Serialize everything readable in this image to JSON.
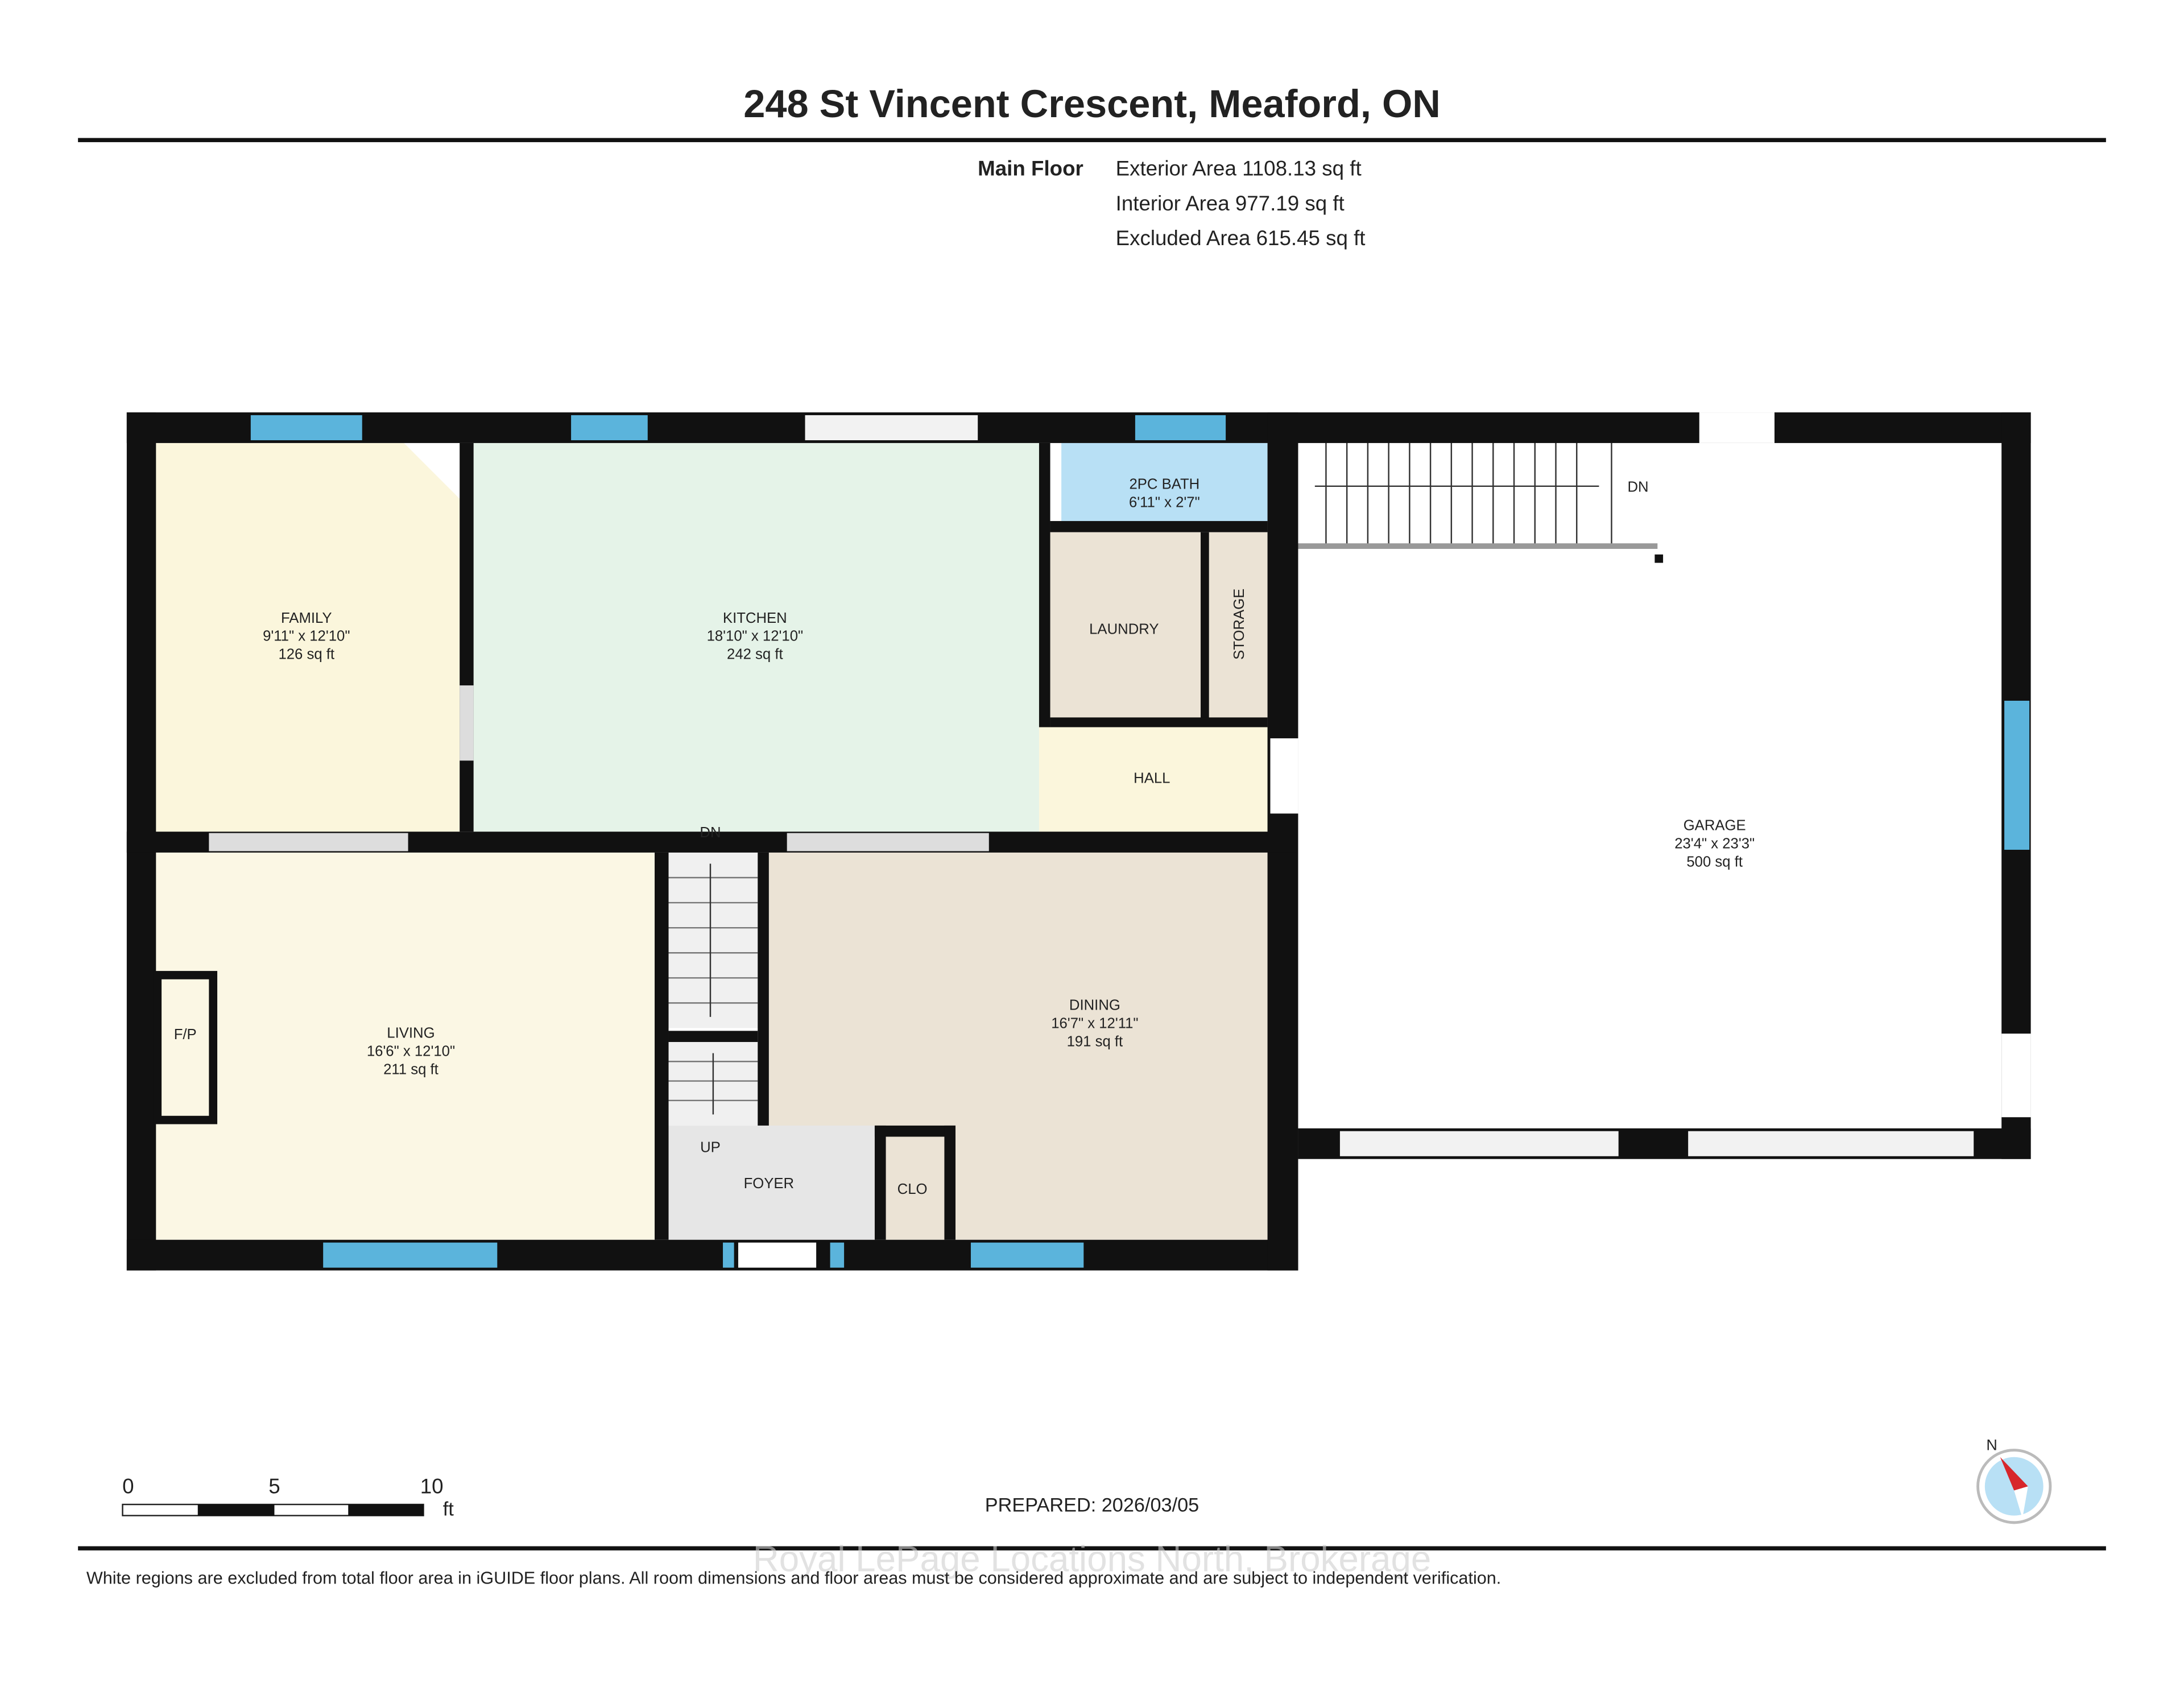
{
  "title": "248 St Vincent Crescent, Meaford, ON",
  "floor": {
    "name": "Main Floor",
    "exterior_area": "Exterior Area 1108.13 sq ft",
    "interior_area": "Interior Area 977.19 sq ft",
    "excluded_area": "Excluded Area 615.45 sq ft"
  },
  "rooms": {
    "family": {
      "name": "FAMILY",
      "dims": "9'11\" x 12'10\"",
      "area": "126 sq ft"
    },
    "kitchen": {
      "name": "KITCHEN",
      "dims": "18'10\" x 12'10\"",
      "area": "242 sq ft"
    },
    "bath": {
      "name": "2PC BATH",
      "dims": "6'11\" x 2'7\""
    },
    "laundry": {
      "name": "LAUNDRY"
    },
    "storage": {
      "name": "STORAGE"
    },
    "hall": {
      "name": "HALL"
    },
    "garage": {
      "name": "GARAGE",
      "dims": "23'4\" x 23'3\"",
      "area": "500 sq ft"
    },
    "living": {
      "name": "LIVING",
      "dims": "16'6\" x 12'10\"",
      "area": "211 sq ft"
    },
    "fireplace": {
      "name": "F/P"
    },
    "dining": {
      "name": "DINING",
      "dims": "16'7\" x 12'11\"",
      "area": "191 sq ft"
    },
    "foyer": {
      "name": "FOYER"
    },
    "closet": {
      "name": "CLO"
    }
  },
  "stairs": {
    "garage_dn": "DN",
    "main_dn": "DN",
    "main_up": "UP"
  },
  "scale": {
    "ticks": [
      "0",
      "5",
      "10"
    ],
    "unit": "ft"
  },
  "prepared": "PREPARED: 2026/03/05",
  "compass": {
    "label": "N"
  },
  "watermark": "Royal LePage Locations North, Brokerage",
  "disclaimer": "White regions are excluded from total floor area in iGUIDE floor plans. All room dimensions and floor areas must be considered approximate and are subject to independent verification.",
  "colors": {
    "wall": "#111111",
    "window": "#5bb4dc",
    "family": "#fbf6dc",
    "kitchen": "#e5f3e8",
    "bath": "#b8e0f5",
    "utility": "#ebe3d5",
    "foyer": "#e6e6e6",
    "compass_needle": "#d7262b"
  }
}
